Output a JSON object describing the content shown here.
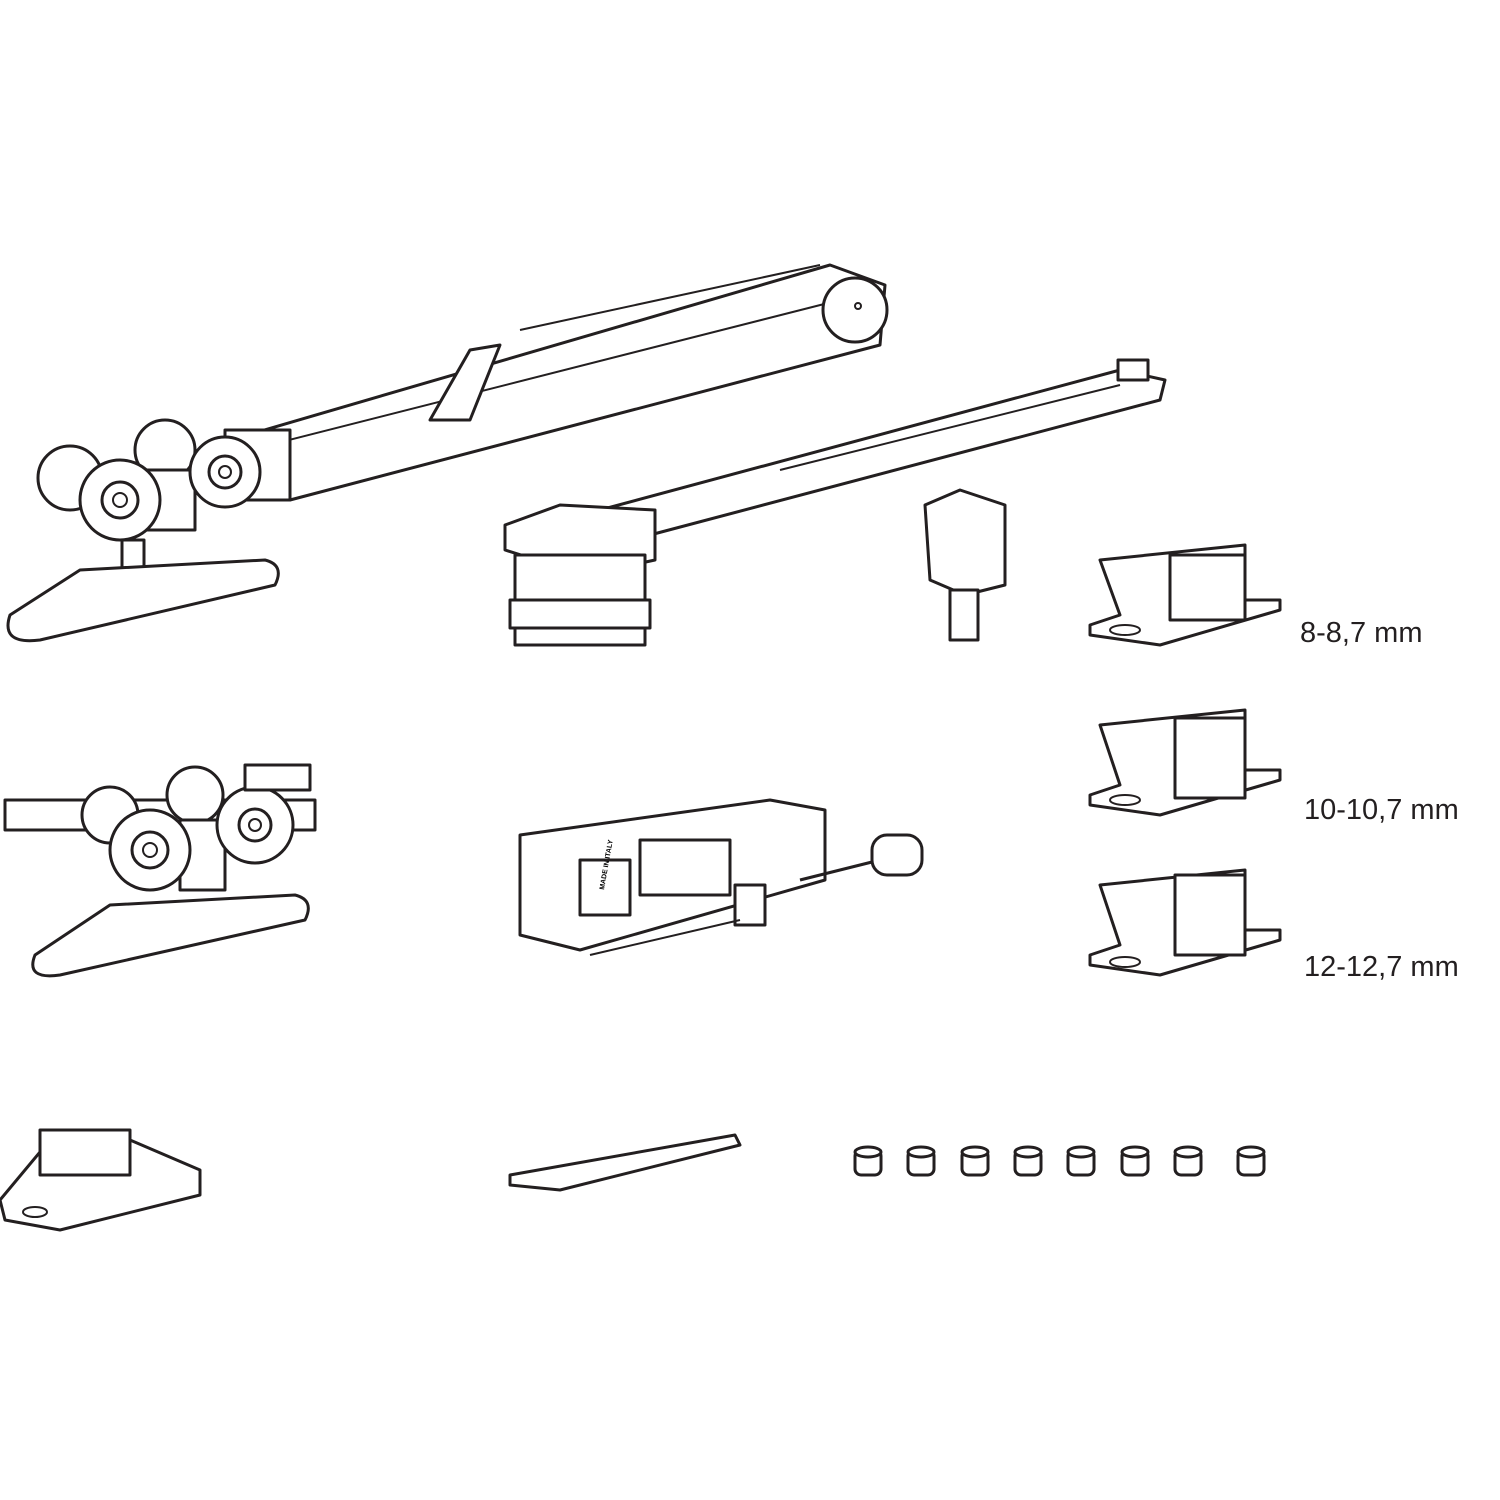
{
  "labels": {
    "gap_small": "8-8,7 mm",
    "gap_medium": "10-10,7 mm",
    "gap_large": "12-12,7 mm"
  },
  "damper_stamp": "MADE IN ITALY",
  "colors": {
    "line": "#231f20",
    "background": "#ffffff"
  }
}
